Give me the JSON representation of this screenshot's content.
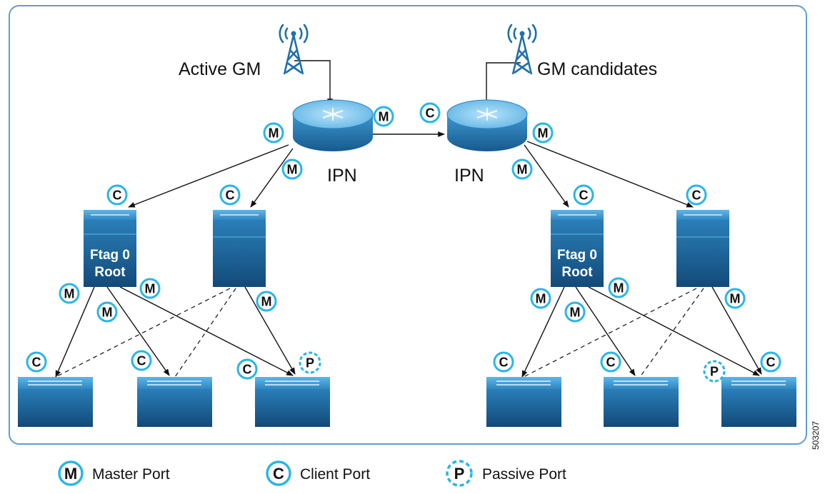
{
  "gm": {
    "active_label": "Active GM",
    "candidates_label": "GM candidates"
  },
  "ipn_label": "IPN",
  "spine_label_line1": "Ftag 0",
  "spine_label_line2": "Root",
  "badges": {
    "master": "M",
    "client": "C",
    "passive": "P"
  },
  "legend": {
    "master_text": "Master Port",
    "client_text": "Client Port",
    "passive_text": "Passive Port"
  },
  "figure_id": "503207",
  "colors": {
    "frame": "#5a9fd4",
    "badge_ring": "#29b6e6",
    "device_dark": "#15507e",
    "device_mid": "#2576ad",
    "device_light": "#4ca3d9"
  }
}
